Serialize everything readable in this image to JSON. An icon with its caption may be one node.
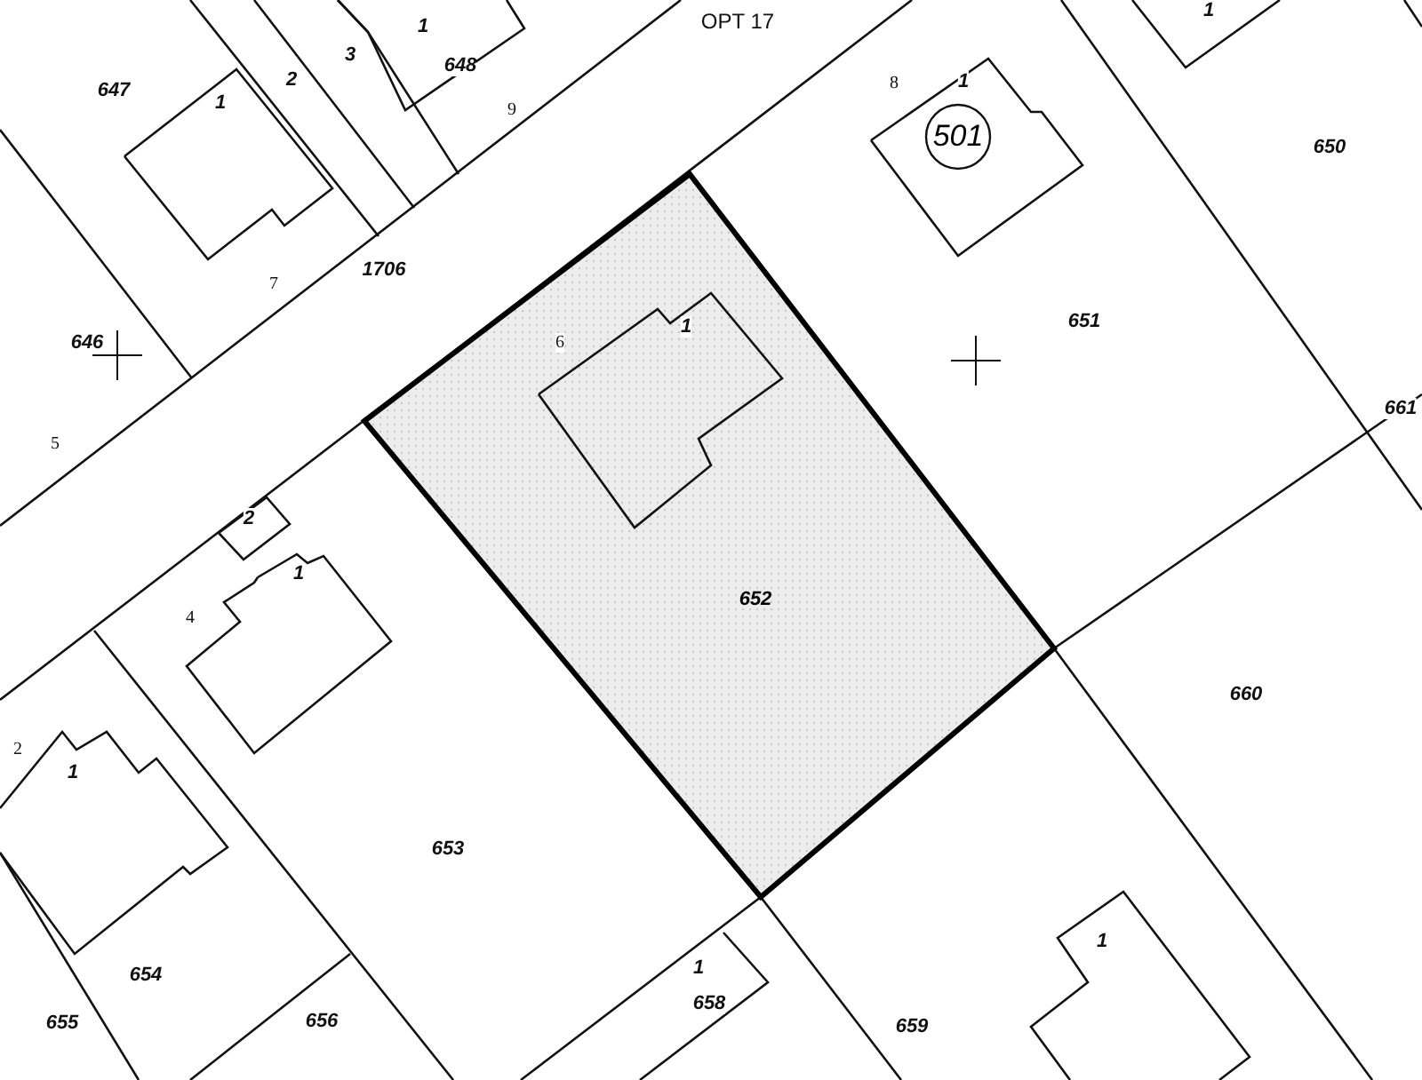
{
  "diagram": {
    "nodes": [
      {
        "text": [
          "652"
        ]
      },
      {
        "text": [
          "501"
        ]
      }
    ],
    "edges": [],
    "labels": [
      "1",
      "OPT 17",
      "1",
      "647",
      "2",
      "3",
      "648",
      "1",
      "8",
      "1",
      "9",
      "650",
      "7",
      "1706",
      "646",
      "6",
      "1",
      "651",
      "661",
      "5",
      "2",
      "1",
      "4",
      "660",
      "2",
      "1",
      "653",
      "1",
      "654",
      "658",
      "1",
      "655",
      "656",
      "659"
    ]
  }
}
